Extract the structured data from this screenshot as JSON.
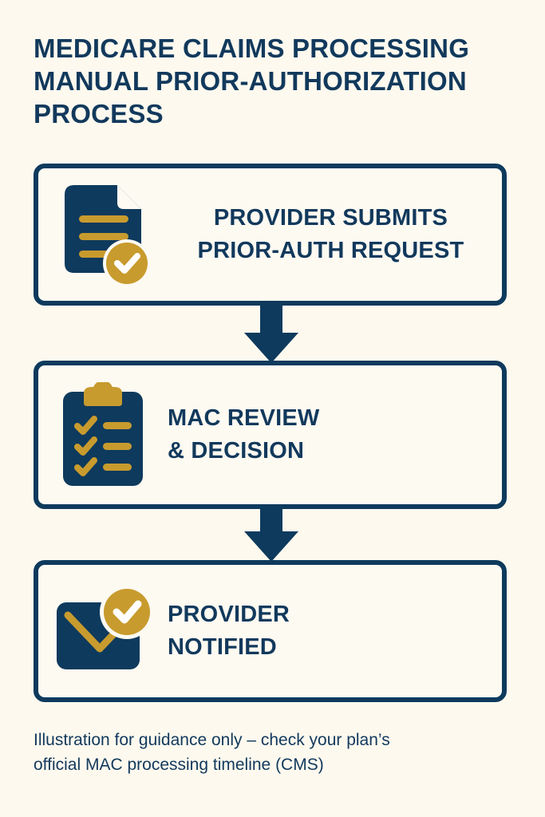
{
  "palette": {
    "background": "#fdf9ef",
    "navy": "#0e3a5d",
    "navy_text": "#12395c",
    "gold": "#c89b2e",
    "card_fill": "#fdfaf2",
    "check_white": "#ffffff"
  },
  "header": {
    "title_line_1": "MEDICARE CLAIMS PROCESSING",
    "title_line_2": "MANUAL PRIOR-AUTHORIZATION",
    "title_line_3": "PROCESS"
  },
  "steps": [
    {
      "id": "provider-submits",
      "icon": "document-check-icon",
      "label_line_1": "PROVIDER SUBMITS",
      "label_line_2": "PRIOR-AUTH REQUEST",
      "align": "center"
    },
    {
      "id": "mac-review",
      "icon": "clipboard-checklist-icon",
      "label_line_1": "MAC REVIEW",
      "label_line_2": "& DECISION",
      "align": "left"
    },
    {
      "id": "provider-notified",
      "icon": "envelope-check-icon",
      "label_line_1": "PROVIDER",
      "label_line_2": "NOTIFIED",
      "align": "left"
    }
  ],
  "connectors": [
    {
      "id": "arrow-step-1-to-2",
      "icon": "arrow-down-icon"
    },
    {
      "id": "arrow-step-2-to-3",
      "icon": "arrow-down-icon"
    }
  ],
  "footer": {
    "note_line_1": "Illustration for guidance only – check your plan’s",
    "note_line_2": "official MAC processing timeline (CMS)"
  },
  "diagram_data": {
    "type": "flowchart",
    "orientation": "vertical",
    "node_count": 3,
    "nodes": [
      "PROVIDER SUBMITS PRIOR-AUTH REQUEST",
      "MAC REVIEW & DECISION",
      "PROVIDER NOTIFIED"
    ],
    "edges": [
      {
        "from": "PROVIDER SUBMITS PRIOR-AUTH REQUEST",
        "to": "MAC REVIEW & DECISION",
        "style": "solid-down-arrow"
      },
      {
        "from": "MAC REVIEW & DECISION",
        "to": "PROVIDER NOTIFIED",
        "style": "solid-down-arrow"
      }
    ]
  }
}
